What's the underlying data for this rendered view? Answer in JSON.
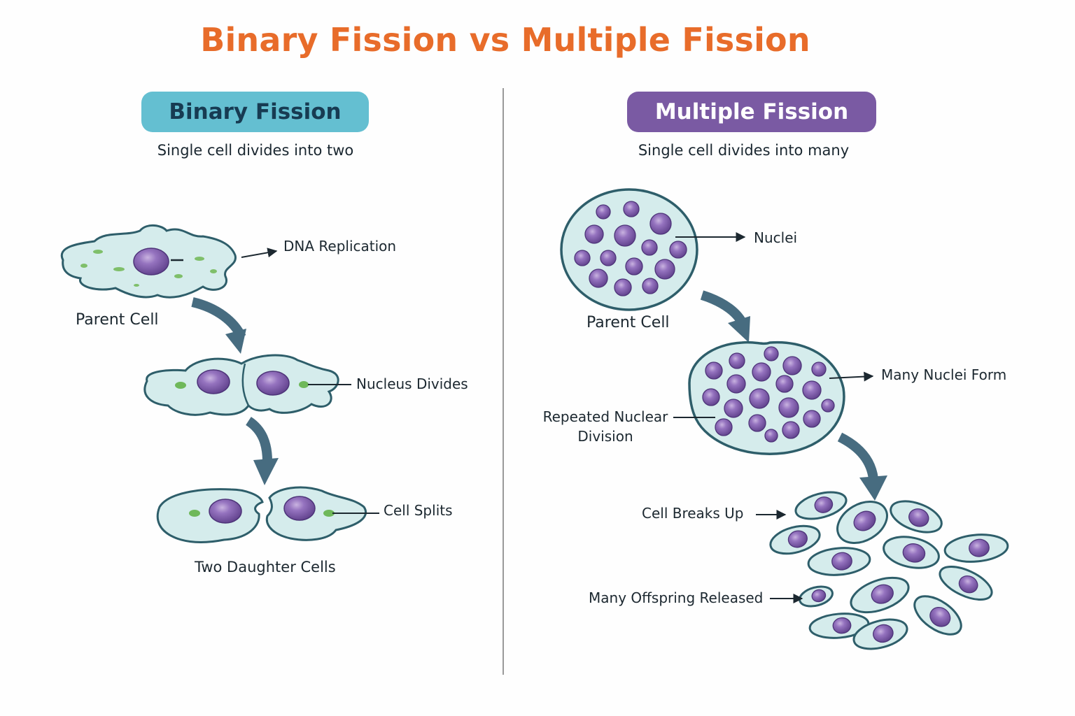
{
  "title": "Binary Fission vs Multiple Fission",
  "colors": {
    "title": "#e86c2a",
    "binary_pill": "#64bfd1",
    "multiple_pill": "#7a5aa3",
    "cell_fill": "#d6ecec",
    "cell_outline": "#2e5a66",
    "nucleus": "#7654a2",
    "arrow": "#476c80"
  },
  "binary": {
    "heading": "Binary Fission",
    "subtitle": "Single cell divides into two",
    "stages": [
      {
        "label": "Parent Cell",
        "callout": "DNA Replication"
      },
      {
        "label": "",
        "callout": "Nucleus Divides"
      },
      {
        "label": "Two Daughter Cells",
        "callout": "Cell Splits"
      }
    ]
  },
  "multiple": {
    "heading": "Multiple Fission",
    "subtitle": "Single cell divides into many",
    "stages": [
      {
        "label": "Parent Cell",
        "callout": "Nuclei"
      },
      {
        "label": "Repeated Nuclear Division",
        "label_lines": [
          "Repeated Nuclear",
          "Division"
        ],
        "callout": "Many Nuclei Form"
      },
      {
        "label": "",
        "callouts": [
          "Cell Breaks Up",
          "Many Offspring Released"
        ]
      }
    ]
  }
}
